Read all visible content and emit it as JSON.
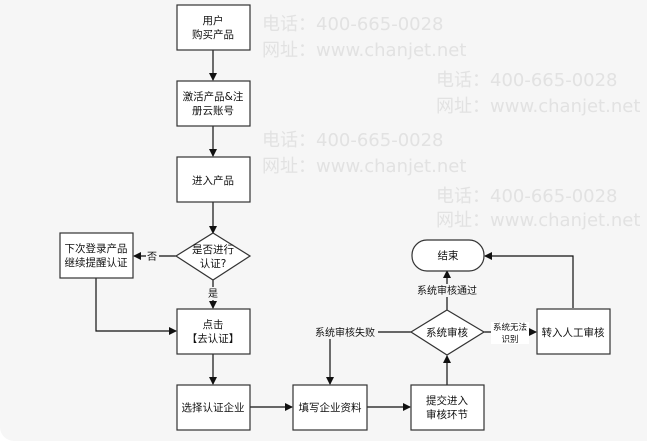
{
  "watermark": {
    "phone": "电话：400-665-0028",
    "site": "网址：www.chanjet.net"
  },
  "nodes": {
    "buy": [
      "用户",
      "购买产品"
    ],
    "activate": [
      "激活产品&注",
      "册云账号"
    ],
    "enter": "进入产品",
    "decision_certify": [
      "是否进行",
      "认证?"
    ],
    "remind": [
      "下次登录产品",
      "继续提醒认证"
    ],
    "click": [
      "点击",
      "【去认证】"
    ],
    "select_company": "选择认证企业",
    "fill_info": "填写企业资料",
    "submit": [
      "提交进入",
      "审核环节"
    ],
    "system_review": "系统审核",
    "end": "结束",
    "manual_review": "转入人工审核"
  },
  "edges": {
    "no": "否",
    "yes": "是",
    "pass": "系统审核通过",
    "fail": "系统审核失败",
    "unrecognized": [
      "系统无法",
      "识别"
    ]
  }
}
